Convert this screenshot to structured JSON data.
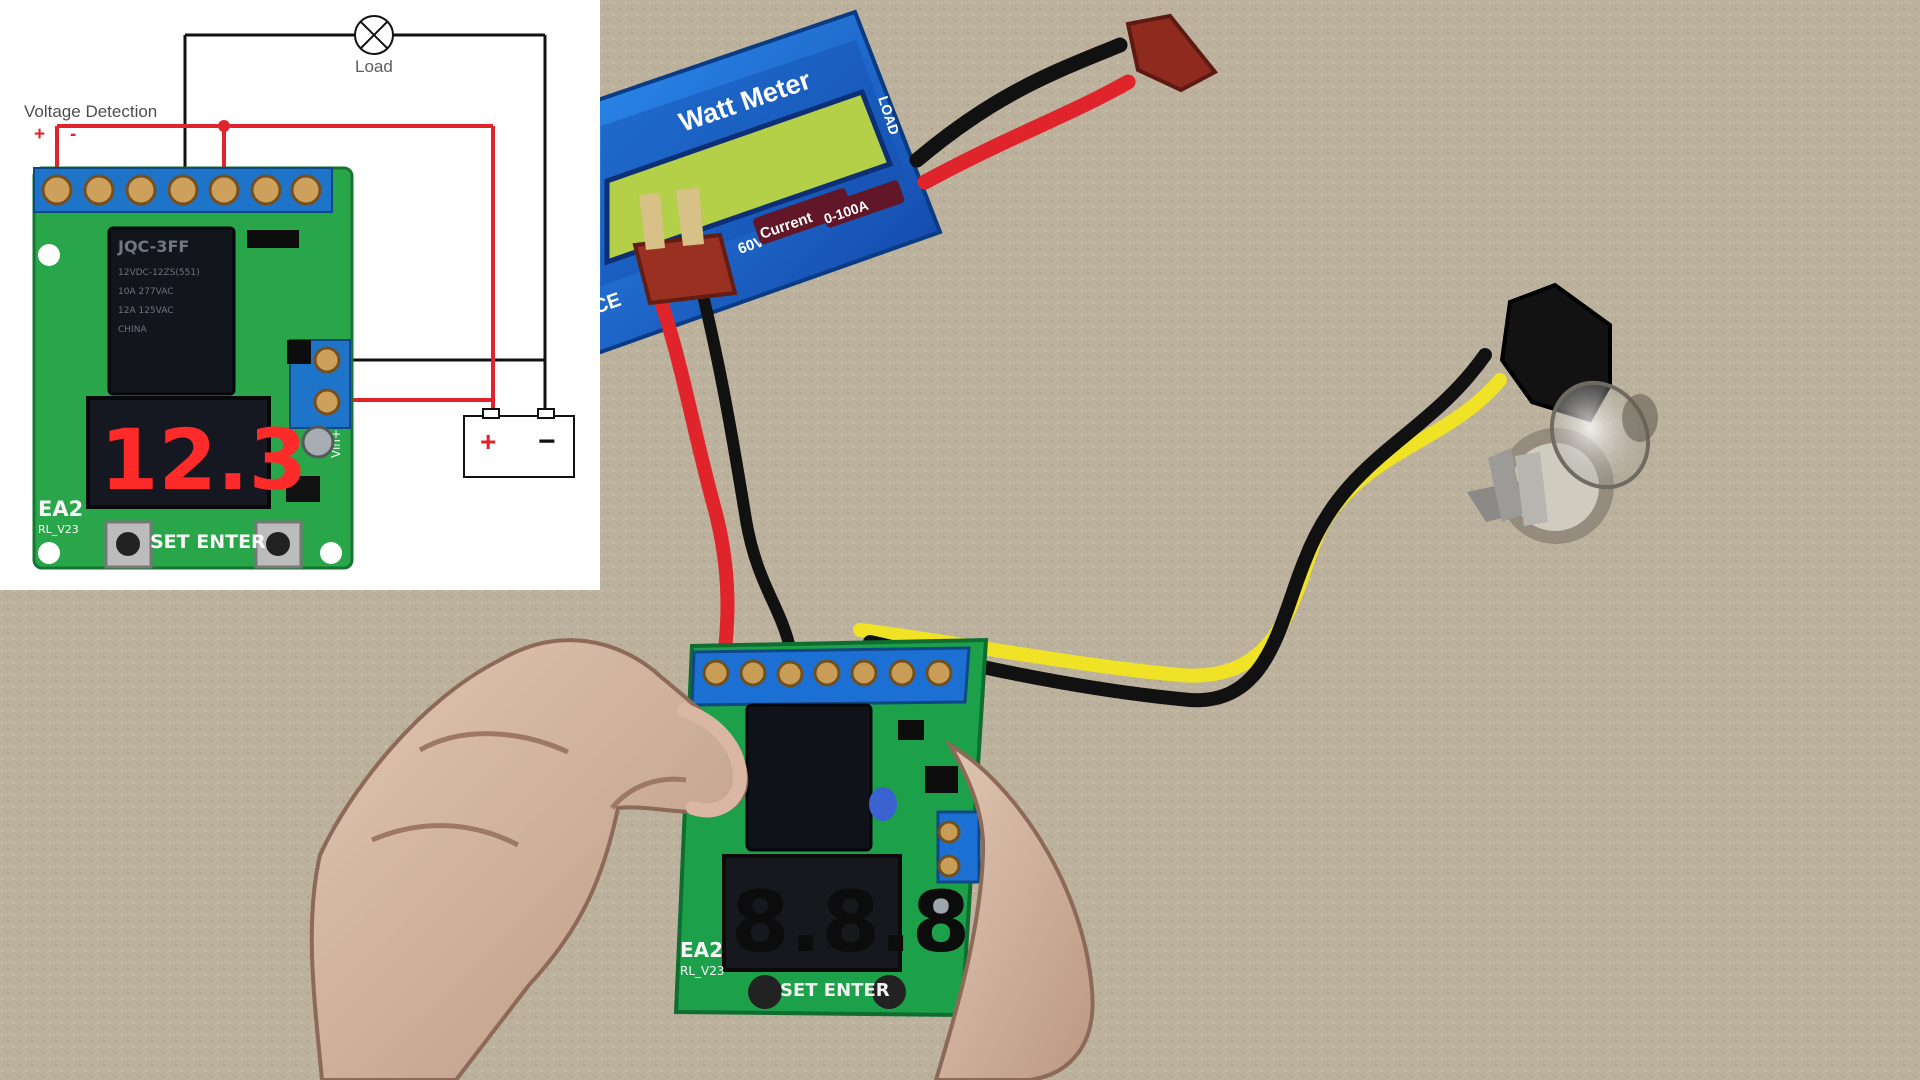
{
  "inset_diagram": {
    "load_label": "Load",
    "voltage_detection_label": "Voltage Detection",
    "polarity_plus": "+",
    "polarity_minus": "-",
    "battery_plus": "+",
    "battery_minus": "−",
    "display_reading": "12.3",
    "board_silkscreen": {
      "model": "EA2",
      "version": "RL_V23",
      "button_labels": "SET ENTER",
      "relay_brand": "JQC-3FF",
      "relay_spec_1": "12VDC-12ZS(551)",
      "relay_spec_2": "10A 277VAC",
      "relay_spec_3": "12A 125VAC",
      "relay_origin": "CHINA",
      "vin_label": "Vin+"
    }
  },
  "photo": {
    "watt_meter": {
      "title": "Watt Meter",
      "side_label": "LOAD",
      "current_label": "Current",
      "range_label": "0-100A",
      "voltage_partial": "60V",
      "ce_mark": "CE"
    },
    "board": {
      "display_reading": "8.8.8",
      "model": "EA2",
      "version": "RL_V23",
      "button_labels": "SET ENTER"
    }
  },
  "colors": {
    "wire_red": "#e0242c",
    "wire_black": "#111111",
    "pcb_green": "#22a343",
    "terminal_blue": "#1e74c8",
    "meter_blue": "#1f63c8",
    "lcd_green": "#b9d24a",
    "segment_red": "#ff2a2a"
  }
}
